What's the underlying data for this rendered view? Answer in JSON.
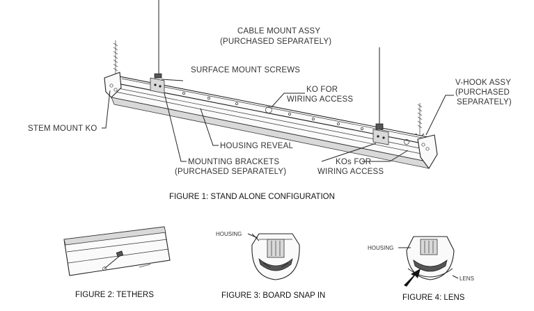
{
  "figure1": {
    "labels": {
      "cable_mount_1": "CABLE MOUNT ASSY",
      "cable_mount_2": "(PURCHASED SEPARATELY)",
      "surface_screws": "SURFACE MOUNT SCREWS",
      "ko_wiring_1": "KO FOR",
      "ko_wiring_2": "WIRING ACCESS",
      "vhook_1": "V-HOOK ASSY",
      "vhook_2": "(PURCHASED",
      "vhook_3": "SEPARATELY)",
      "stem_mount": "STEM MOUNT KO",
      "housing_reveal": "HOUSING REVEAL",
      "mounting_1": "MOUNTING BRACKETS",
      "mounting_2": "(PURCHASED SEPARATELY)",
      "kos_1": "KOs FOR",
      "kos_2": "WIRING ACCESS"
    },
    "caption": "FIGURE 1: STAND ALONE CONFIGURATION"
  },
  "figure2": {
    "caption": "FIGURE 2: TETHERS"
  },
  "figure3": {
    "label_housing": "HOUSING",
    "caption": "FIGURE 3: BOARD SNAP IN"
  },
  "figure4": {
    "label_housing": "HOUSING",
    "label_lens": "LENS",
    "caption": "FIGURE 4: LENS"
  }
}
